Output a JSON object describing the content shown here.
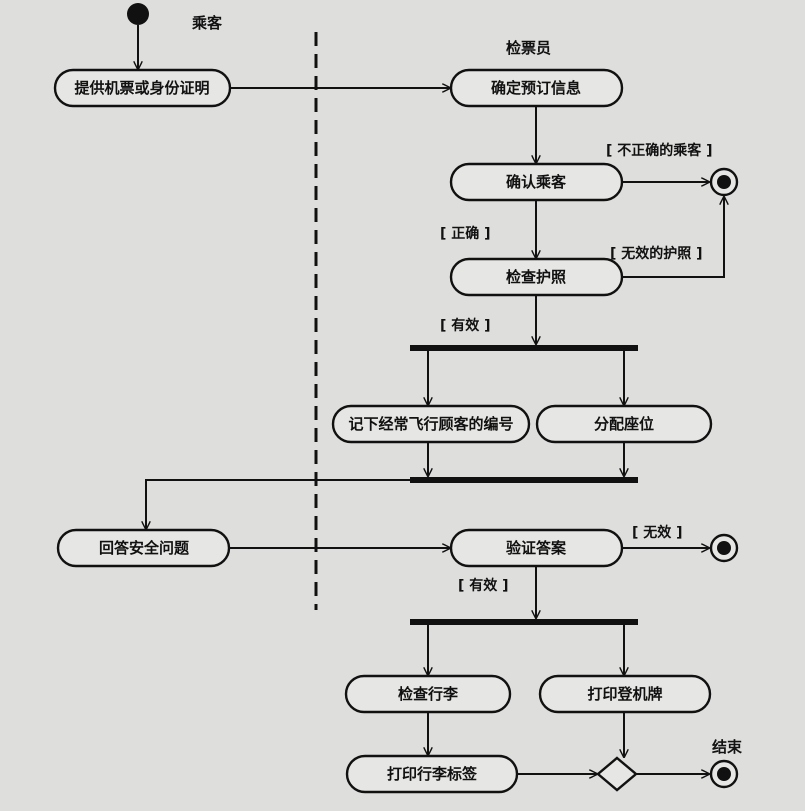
{
  "lanes": {
    "passenger": "乘客",
    "agent": "检票员"
  },
  "actions": {
    "provide_ticket": "提供机票或身份证明",
    "confirm_booking": "确定预订信息",
    "confirm_passenger": "确认乘客",
    "check_passport": "检查护照",
    "record_flyer": "记下经常飞行顾客的编号",
    "assign_seat": "分配座位",
    "answer_questions": "回答安全问题",
    "verify_answers": "验证答案",
    "check_luggage": "检查行李",
    "print_boarding": "打印登机牌",
    "print_luggage_tag": "打印行李标签"
  },
  "guards": {
    "wrong_passenger": "[ 不正确的乘客 ]",
    "correct": "[ 正确 ]",
    "invalid_passport": "[ 无效的护照 ]",
    "valid": "[ 有效 ]",
    "invalid": "[ 无效 ]",
    "valid2": "[ 有效 ]"
  },
  "end_label": "结束"
}
